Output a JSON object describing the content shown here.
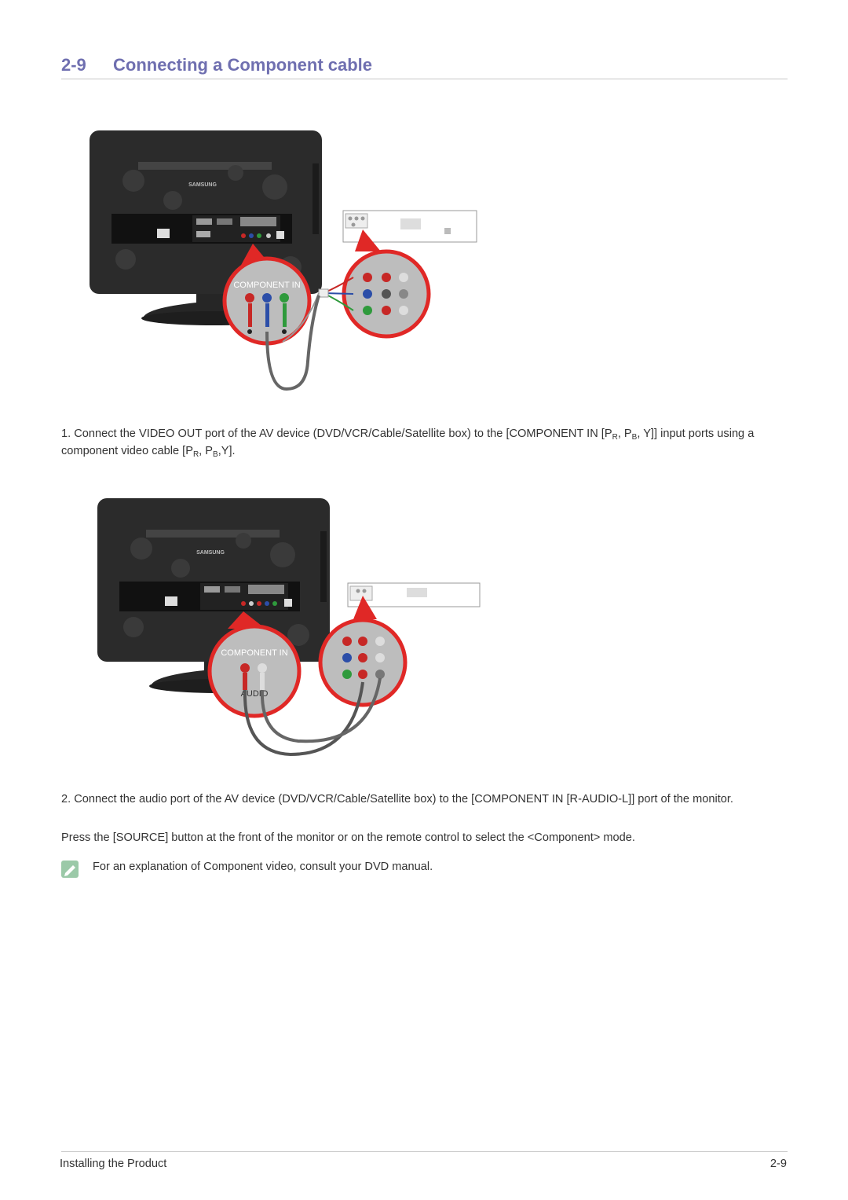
{
  "heading": {
    "number": "2-9",
    "title": "Connecting a Component cable"
  },
  "figures": {
    "monitor_brand": "SAMSUNG",
    "callout_label": "COMPONENT IN",
    "audio_label": "AUDIO",
    "colors": {
      "callout_red": "#e02826",
      "cable_red": "#c72826",
      "cable_blue": "#2c4ea8",
      "cable_green": "#2f9a3c",
      "cable_white": "#dcdcdc",
      "bezel": "#2b2b2b"
    }
  },
  "step1": {
    "a": "1. Connect the VIDEO OUT port of the AV device (DVD/VCR/Cable/Satellite box) to the [COMPONENT IN [P",
    "sub_r": "R",
    "b": ", P",
    "sub_b": "B",
    "c": ", Y]] input ports using a component video cable [P",
    "sub_r2": "R",
    "d": ", P",
    "sub_b2": "B",
    "e": ",Y]."
  },
  "step2": "2. Connect the audio port of the AV device (DVD/VCR/Cable/Satellite box) to the [COMPONENT IN [R-AUDIO-L]] port of the monitor.",
  "press": "Press the [SOURCE] button at the front of the monitor or on the remote control to select the <Component> mode.",
  "note": {
    "icon": "note-pencil-icon",
    "text": "For an explanation of Component video, consult your DVD manual."
  },
  "footer": {
    "section": "Installing the Product",
    "page": "2-9"
  }
}
